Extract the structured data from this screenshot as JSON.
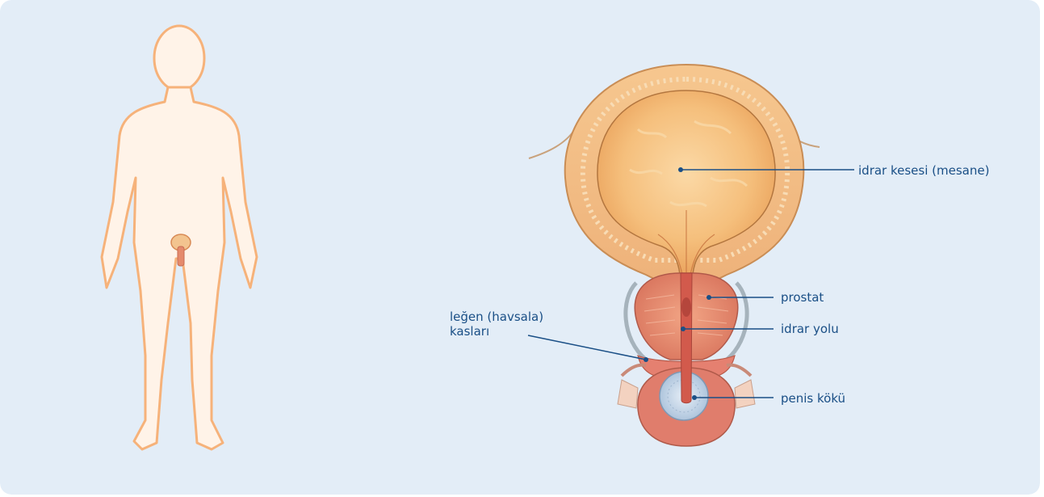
{
  "colors": {
    "background": "#e3edf7",
    "callout": "#1a4f86",
    "body_fill": "#fff3e8",
    "body_outline": "#f6b27a",
    "bladder": "#f3b974",
    "tissue_red": "#d9695a",
    "penis_root": "#bcd0e3"
  },
  "labels": {
    "bladder": "idrar kesesi (mesane)",
    "prostate": "prostat",
    "urethra": "idrar yolu",
    "penis_root": "penis kökü",
    "pelvic_muscles_line1": "leğen (havsala)",
    "pelvic_muscles_line2": "kasları"
  }
}
